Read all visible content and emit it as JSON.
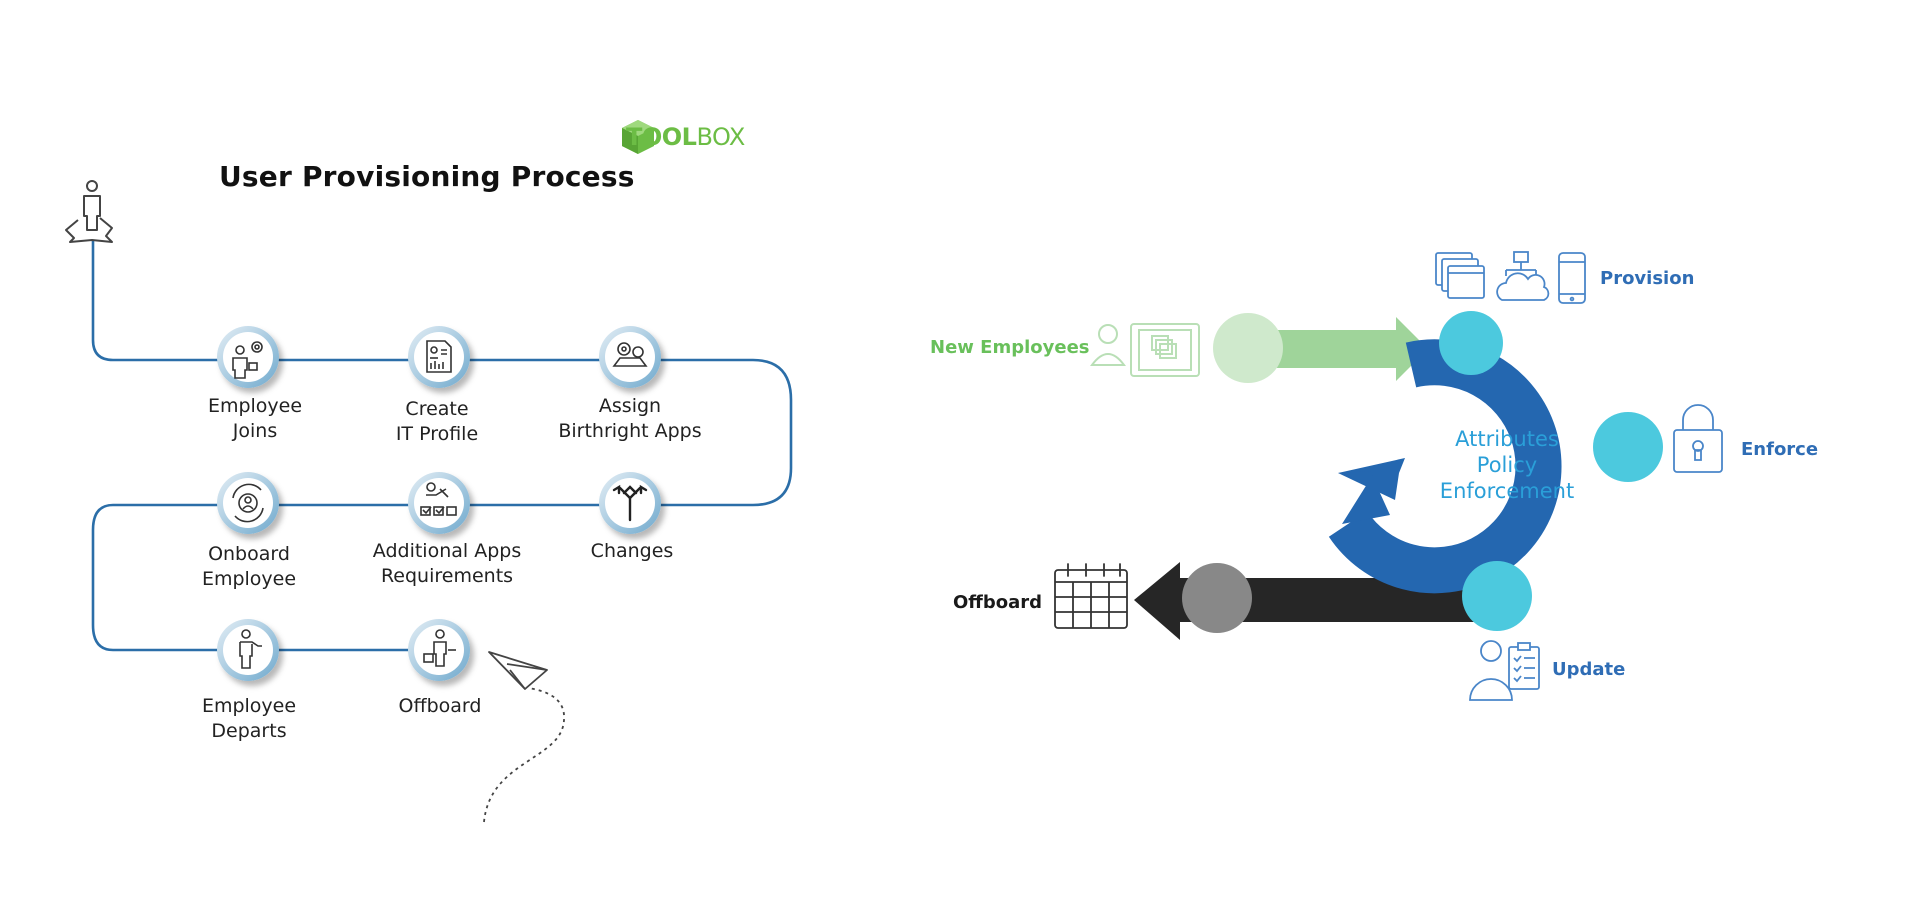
{
  "left_diagram": {
    "title": "User Provisioning Process",
    "brand": {
      "bold": "TOOL",
      "light": "BOX"
    },
    "steps": [
      {
        "line1": "Employee",
        "line2": "Joins"
      },
      {
        "line1": "Create",
        "line2": "IT Profile"
      },
      {
        "line1": "Assign",
        "line2": "Birthright Apps"
      },
      {
        "line1": "Changes",
        "line2": ""
      },
      {
        "line1": "Additional Apps",
        "line2": "Requirements"
      },
      {
        "line1": "Onboard",
        "line2": "Employee"
      },
      {
        "line1": "Employee",
        "line2": "Departs"
      },
      {
        "line1": "Offboard",
        "line2": ""
      }
    ]
  },
  "right_diagram": {
    "center": {
      "line1": "Attributes",
      "line2": "Policy",
      "line3": "Enforcement"
    },
    "labels": {
      "new_employees": "New Employees",
      "provision": "Provision",
      "enforce": "Enforce",
      "update": "Update",
      "offboard": "Offboard"
    }
  },
  "colors": {
    "flow_line": "#2b6ea8",
    "step_ring": "#7fb6d4",
    "ring_blue": "#2467b0",
    "node_cyan": "#4cc9de",
    "green_arrow": "#9fd49a",
    "green_text": "#69c05b",
    "label_blue": "#2f6db5",
    "dark_arrow": "#262626",
    "gray_node": "#888888",
    "brand_green": "#6cbd45"
  }
}
